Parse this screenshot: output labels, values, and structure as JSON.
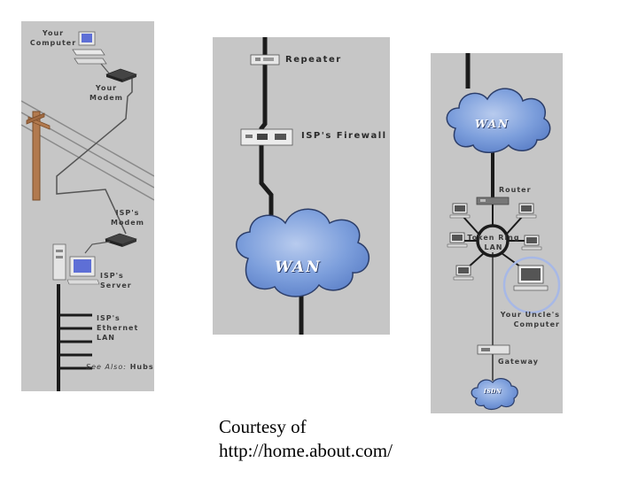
{
  "panel1": {
    "your_computer": [
      "Your",
      "Computer"
    ],
    "your_modem": [
      "Your",
      "Modem"
    ],
    "isps_modem": [
      "ISP's",
      "Modem"
    ],
    "isps_server": [
      "ISP's",
      "Server"
    ],
    "isps_lan": [
      "ISP's",
      "Ethernet",
      "LAN"
    ],
    "see_also_prefix": "See Also:",
    "see_also_link": "Hubs"
  },
  "panel2": {
    "repeater": "Repeater",
    "firewall": "ISP's Firewall",
    "wan": "WAN"
  },
  "panel3": {
    "wan": "WAN",
    "router": "Router",
    "token_ring": [
      "Token Ring",
      "LAN"
    ],
    "uncles_computer": [
      "Your Uncle's",
      "Computer"
    ],
    "gateway": "Gateway",
    "isdn": "ISDN"
  },
  "caption": {
    "line1": "Courtesy of",
    "line2": "http://home.about.com/"
  }
}
